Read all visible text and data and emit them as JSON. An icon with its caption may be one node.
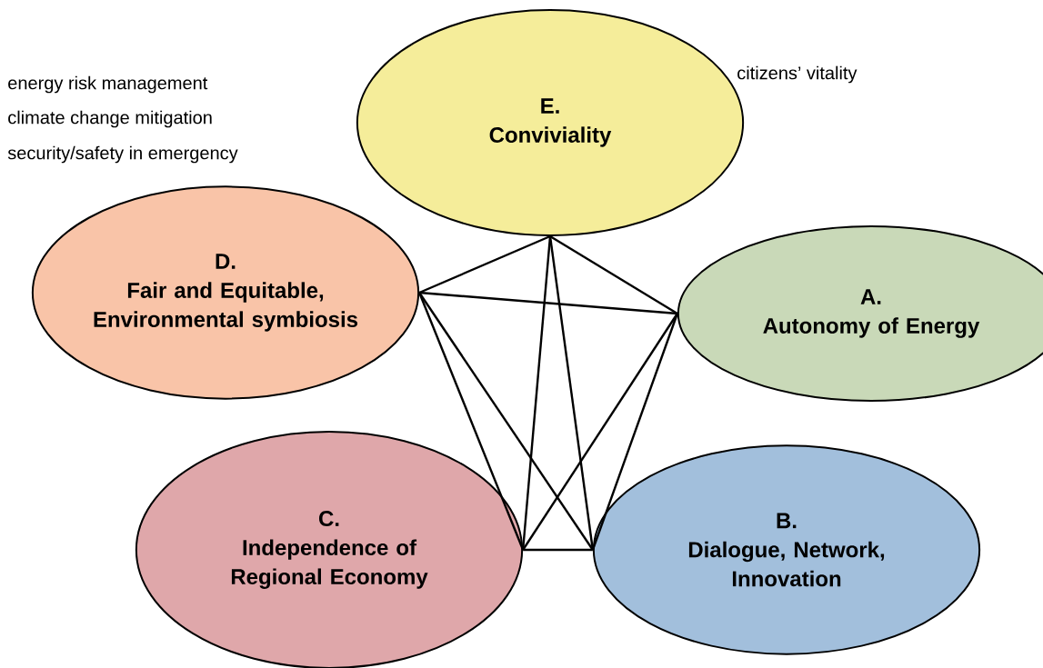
{
  "diagram": {
    "nodes": [
      {
        "text": [
          "E.",
          "Conviviality"
        ]
      },
      {
        "text": [
          "D.",
          "Fair and Equitable, Environmental symbiosis"
        ]
      },
      {
        "text": [
          "A.",
          "Autonomy of Energy"
        ]
      },
      {
        "text": [
          "C.",
          "Independence of Regional Economy"
        ]
      },
      {
        "text": [
          "B.",
          "Dialogue, Network, Innovation"
        ]
      }
    ],
    "edges": [
      {
        "from": 0,
        "to": 1,
        "arrow": "none"
      },
      {
        "from": 0,
        "to": 2,
        "arrow": "none"
      },
      {
        "from": 0,
        "to": 3,
        "arrow": "none"
      },
      {
        "from": 0,
        "to": 4,
        "arrow": "none"
      },
      {
        "from": 1,
        "to": 2,
        "arrow": "none"
      },
      {
        "from": 1,
        "to": 3,
        "arrow": "none"
      },
      {
        "from": 1,
        "to": 4,
        "arrow": "none"
      },
      {
        "from": 2,
        "to": 3,
        "arrow": "none"
      },
      {
        "from": 2,
        "to": 4,
        "arrow": "none"
      },
      {
        "from": 3,
        "to": 4,
        "arrow": "none"
      }
    ],
    "labels": [
      "energy risk management",
      "climate change mitigation",
      "security/safety in emergency",
      "citizens’ vitality"
    ]
  }
}
